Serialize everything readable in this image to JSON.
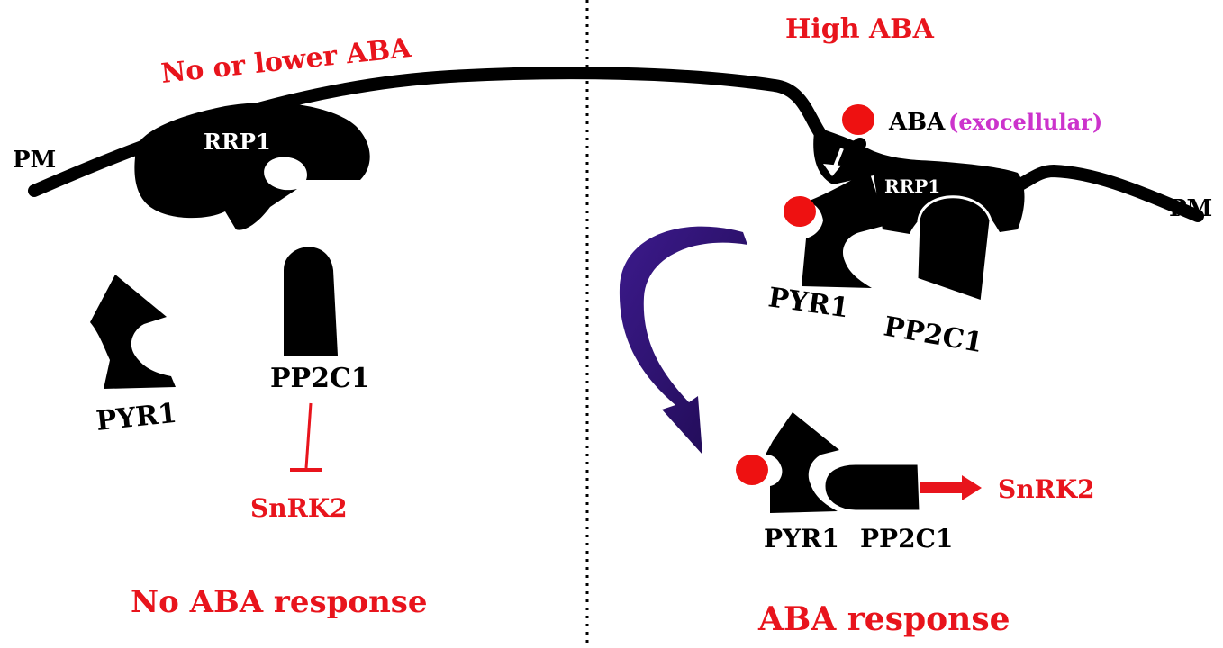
{
  "left_panel": {
    "title": "No or lower ABA",
    "membrane_label": "PM",
    "receptor_label": "RRP1",
    "pyr_label": "PYR1",
    "pp2c_label": "PP2C1",
    "target_label": "SnRK2",
    "outcome": "No ABA response"
  },
  "right_panel": {
    "title": "High ABA",
    "membrane_label": "PM",
    "aba_label": "ABA",
    "aba_qualifier": "(exocellular)",
    "receptor_label": "RRP1",
    "pyr_label_top": "PYR1",
    "pp2c_label_top": "PP2C1",
    "pyr_label_complex": "PYR1",
    "pp2c_label_complex": "PP2C1",
    "target_label": "SnRK2",
    "outcome": "ABA response"
  },
  "colors": {
    "shape": "#000000",
    "red": "#e8141c",
    "aba_dot": "#ee1111",
    "magenta": "#cc33cc",
    "arrow": "#2a1070",
    "divider": "#000000"
  }
}
